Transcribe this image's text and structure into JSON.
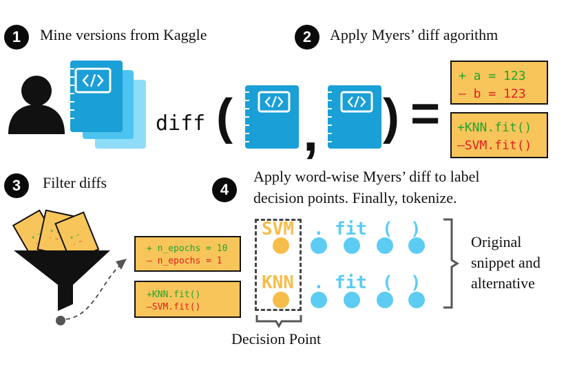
{
  "steps": [
    {
      "number": "1",
      "title": "Mine versions from Kaggle"
    },
    {
      "number": "2",
      "title": "Apply Myers’ diff agorithm"
    },
    {
      "number": "3",
      "title": "Filter diffs"
    },
    {
      "number": "4",
      "title_line1": "Apply word-wise Myers’ diff to label",
      "title_line2": "decision points. Finally, tokenize."
    }
  ],
  "diff_expression": {
    "keyword": "diff",
    "open_paren": "(",
    "comma": ",",
    "close_paren": ")",
    "equals": "="
  },
  "diff_results": [
    {
      "added": "+ a = 123",
      "removed": "– b = 123"
    },
    {
      "added": "+KNN.fit()",
      "removed": "–SVM.fit()"
    }
  ],
  "filter_results": [
    {
      "added": "+ n_epochs = 10",
      "removed": "– n_epochs = 1"
    },
    {
      "added": "+KNN.fit()",
      "removed": "–SVM.fit()"
    }
  ],
  "tokenize": {
    "original_tokens": [
      "SVM",
      ".",
      "fit",
      "(",
      ")"
    ],
    "alternative_tokens": [
      "KNN",
      ".",
      "fit",
      "(",
      ")"
    ],
    "bracket_label_line1": "Original",
    "bracket_label_line2": "snippet and",
    "bracket_label_line3": "alternative",
    "decision_point_label": "Decision Point"
  },
  "colors": {
    "accent_orange": "#f8c55b",
    "token_blue": "#5dccf2",
    "token_orange": "#f7bd4a",
    "notebook_blue": "#1a9fd6",
    "plus_green": "#22a52b",
    "minus_red": "#e0201f"
  },
  "icons": [
    "user-icon",
    "notebook-icon",
    "funnel-icon",
    "paper-card-icon",
    "dashed-arrow-icon"
  ]
}
